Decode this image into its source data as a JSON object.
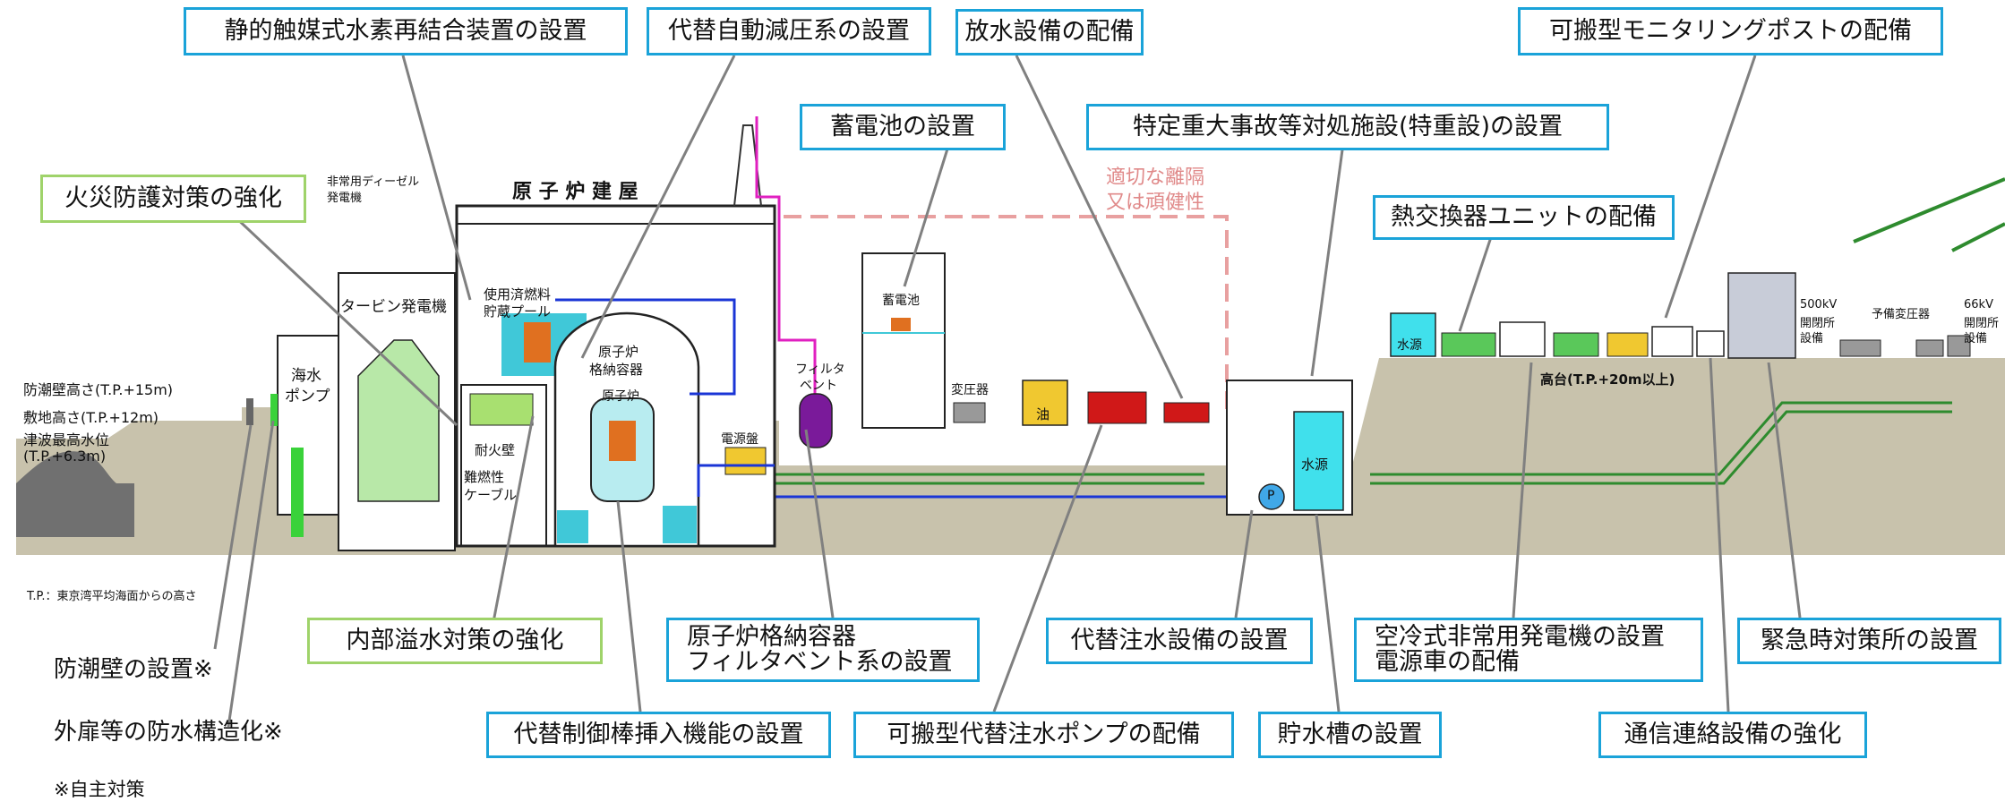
{
  "callouts": {
    "recombiner": "静的触媒式水素再結合装置の設置",
    "depressurization": "代替自動減圧系の設置",
    "water_spray": "放水設備の配備",
    "monitoring_post": "可搬型モニタリングポストの配備",
    "battery": "蓄電池の設置",
    "specific_facility": "特定重大事故等対処施設(特重設)の設置",
    "fire_protection": "火災防護対策の強化",
    "heat_exchanger": "熱交換器ユニットの配備",
    "internal_flooding": "内部溢水対策の強化",
    "filter_vent_line1": "原子炉格納容器",
    "filter_vent_line2": "フィルタベント系の設置",
    "injection": "代替注水設備の設置",
    "air_cooled_line1": "空冷式非常用発電機の設置",
    "air_cooled_line2": "電源車の配備",
    "emergency_center": "緊急時対策所の設置",
    "control_rod": "代替制御棒挿入機能の設置",
    "portable_pump": "可搬型代替注水ポンプの配備",
    "water_tank": "貯水槽の設置",
    "communication": "通信連絡設備の強化"
  },
  "notes": {
    "seawall": "防潮壁の設置※",
    "waterproof": "外扉等の防水構造化※",
    "voluntary": "※自主対策",
    "tp": "T.P.：東京湾平均海面からの高さ"
  },
  "levels": {
    "seawall_height": "防潮壁高さ(T.P.+15m)",
    "site_height": "敷地高さ(T.P.+12m)",
    "tsunami_line1": "津波最高水位",
    "tsunami_line2": "(T.P.+6.3m)"
  },
  "labels": {
    "reactor_building": "原 子 炉 建 屋",
    "diesel_line1": "非常用ディーゼル",
    "diesel_line2": "発電機",
    "turbine": "タービン発電機",
    "seawater_pump_line1": "海水",
    "seawater_pump_line2": "ポンプ",
    "spent_fuel_line1": "使用済燃料",
    "spent_fuel_line2": "貯蔵プール",
    "containment_line1": "原子炉",
    "containment_line2": "格納容器",
    "reactor": "原子炉",
    "fire_wall": "耐火壁",
    "cable_line1": "難燃性",
    "cable_line2": "ケーブル",
    "filter_line1": "フィルタ",
    "filter_line2": "ベント",
    "panel": "電源盤",
    "battery": "蓄電池",
    "transformer": "変圧器",
    "oil": "油",
    "separation_line1": "適切な離隔",
    "separation_line2": "又は頑健性",
    "water_source": "水源",
    "highland": "高台(T.P.+20m以上)",
    "kv500_line1": "500kV",
    "kv500_line2": "開閉所",
    "kv500_line3": "設備",
    "aux_transformer": "予備変圧器",
    "kv66_line1": "66kV",
    "kv66_line2": "開閉所",
    "kv66_line3": "設備",
    "pump": "P"
  },
  "colors": {
    "callout_blue": "#1aa3d9",
    "callout_green": "#9fd36a",
    "ground": "#c8c2ac",
    "cable_green": "#2e8b2e",
    "water_cyan": "#40c8d8",
    "pipe_blue": "#1a35d6",
    "vent_magenta": "#e020c0",
    "leader_gray": "#808080",
    "separation_pink": "#e8a0a0"
  }
}
